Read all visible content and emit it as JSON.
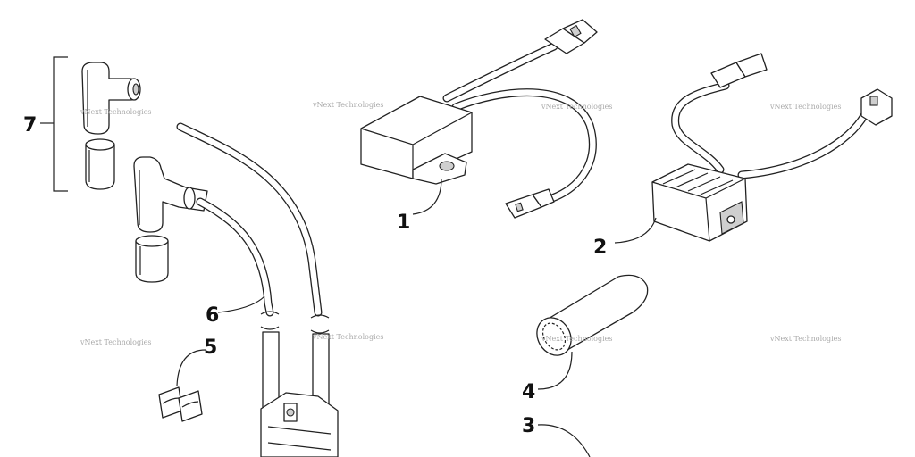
{
  "callouts": {
    "c1": "1",
    "c2": "2",
    "c3": "3",
    "c4": "4",
    "c5": "5",
    "c6": "6",
    "c7": "7"
  },
  "watermark": {
    "text": "vNext Technologies"
  },
  "colors": {
    "ink": "#222222",
    "watermark": "#aaaaaa",
    "shade": "#cfcfcf"
  }
}
